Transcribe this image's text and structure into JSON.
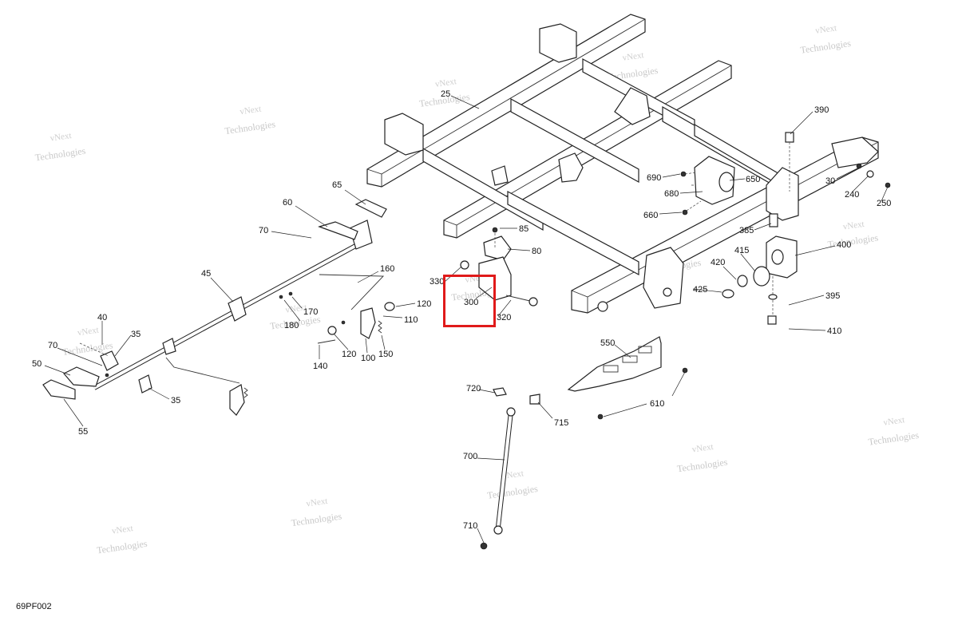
{
  "diagram_code": "69PF002",
  "highlight_color": "#e01a1a",
  "watermark": {
    "line1": "vNext",
    "line2": "Technologies",
    "full": "vNext Technologies"
  },
  "callouts": {
    "c25": "25",
    "c390": "390",
    "c690": "690",
    "c650": "650",
    "c680": "680",
    "c660": "660",
    "c30": "30",
    "c240": "240",
    "c250": "250",
    "c385": "385",
    "c400": "400",
    "c65": "65",
    "c60": "60",
    "c70a": "70",
    "c85": "85",
    "c80": "80",
    "c420": "420",
    "c415": "415",
    "c425": "425",
    "c395": "395",
    "c410": "410",
    "c45": "45",
    "c160": "160",
    "c330": "330",
    "c300": "300",
    "c320": "320",
    "c120a": "120",
    "c170": "170",
    "c180": "180",
    "c110": "110",
    "c40": "40",
    "c35a": "35",
    "c70b": "70",
    "c140": "140",
    "c120b": "120",
    "c100": "100",
    "c150": "150",
    "c550": "550",
    "c50": "50",
    "c35b": "35",
    "c720": "720",
    "c610": "610",
    "c715": "715",
    "c55": "55",
    "c700": "700",
    "c710": "710"
  }
}
